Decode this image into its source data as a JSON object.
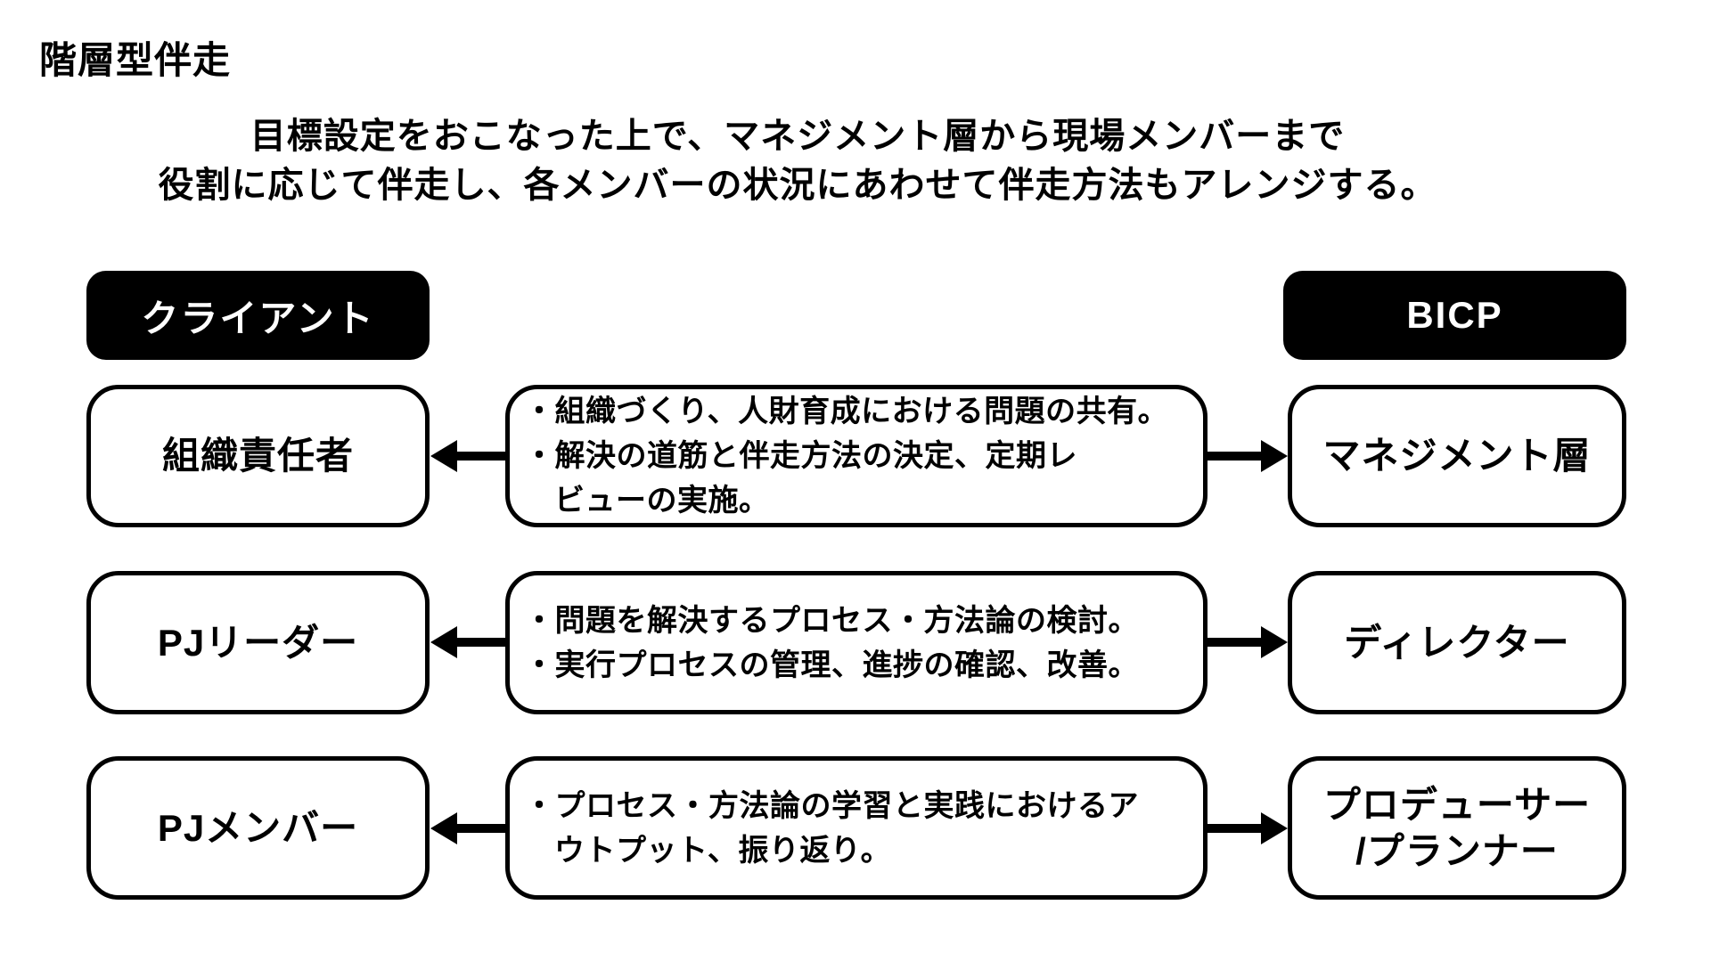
{
  "title": "階層型伴走",
  "subtitle": {
    "line1": "目標設定をおこなった上で、マネジメント層から現場メンバーまで",
    "line2": "役割に応じて伴走し、各メンバーの状況にあわせて伴走方法もアレンジする。"
  },
  "headers": {
    "left": "クライアント",
    "right": "BICP"
  },
  "icons": {
    "left_arrow": "thick-left-arrow",
    "right_arrow": "thick-right-arrow"
  },
  "colors": {
    "background": "#ffffff",
    "header_bg": "#000000",
    "header_text": "#ffffff",
    "box_border": "#000000",
    "text": "#000000"
  },
  "rows": [
    {
      "left": "組織責任者",
      "bullets": [
        {
          "lines": [
            "・組織づくり、人財育成における問題の共有。"
          ]
        },
        {
          "lines": [
            "・解決の道筋と伴走方法の決定、定期レ",
            "ビューの実施。"
          ]
        }
      ],
      "right_lines": [
        "マネジメント層"
      ]
    },
    {
      "left": "PJリーダー",
      "bullets": [
        {
          "lines": [
            "・問題を解決するプロセス・方法論の検討。"
          ]
        },
        {
          "lines": [
            "・実行プロセスの管理、進捗の確認、改善。"
          ]
        }
      ],
      "right_lines": [
        "ディレクター"
      ]
    },
    {
      "left": "PJメンバー",
      "bullets": [
        {
          "lines": [
            "・プロセス・方法論の学習と実践におけるア",
            "ウトプット、振り返り。"
          ]
        }
      ],
      "right_lines": [
        "プロデューサー",
        "/プランナー"
      ]
    }
  ]
}
